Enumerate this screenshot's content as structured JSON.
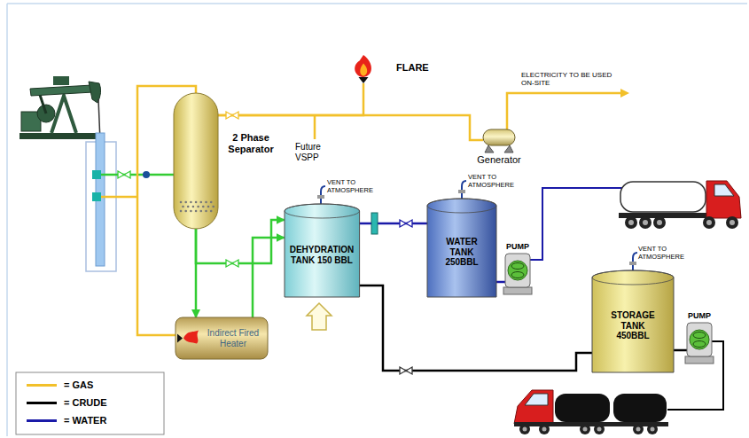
{
  "diagram": {
    "nodes": [
      {
        "text": [
          "FLARE"
        ]
      },
      {
        "text": [
          "2 Phase Separator"
        ]
      },
      {
        "text": [
          "Generator"
        ]
      },
      {
        "text": [
          "DEHYDRATION TANK 150 BBL"
        ]
      },
      {
        "text": [
          "WATER TANK 250BBL"
        ]
      },
      {
        "text": [
          "PUMP"
        ]
      },
      {
        "text": [
          "STORAGE TANK 450BBL"
        ]
      },
      {
        "text": [
          "PUMP"
        ]
      },
      {
        "text": [
          "Indirect Fired Heater"
        ]
      }
    ],
    "edges": [
      {
        "from": 1,
        "to": 0,
        "arrow": "none"
      },
      {
        "from": 1,
        "to": 2,
        "arrow": "none"
      },
      {
        "from": 1,
        "to": 8,
        "arrow": "none"
      },
      {
        "from": 1,
        "to": 8,
        "arrow": "to"
      },
      {
        "from": 8,
        "to": 3,
        "arrow": "to"
      },
      {
        "from": 1,
        "to": 3,
        "arrow": "to"
      },
      {
        "from": 3,
        "to": 4,
        "arrow": "none"
      },
      {
        "from": 3,
        "to": 6,
        "arrow": "none"
      },
      {
        "from": 4,
        "to": 5,
        "arrow": "none"
      },
      {
        "from": 6,
        "to": 7,
        "arrow": "none"
      }
    ],
    "labels": [
      "ELECTRICITY TO BE USED ON-SITE",
      "Future VSPP",
      "VENT TO ATMOSPHERE",
      "VENT TO ATMOSPHERE",
      "VENT TO ATMOSPHERE"
    ],
    "legend": [
      {
        "text": "= GAS",
        "color": "#f2c02a"
      },
      {
        "text": "= CRUDE",
        "color": "#000000"
      },
      {
        "text": "= WATER",
        "color": "#1a1aa8"
      }
    ]
  }
}
